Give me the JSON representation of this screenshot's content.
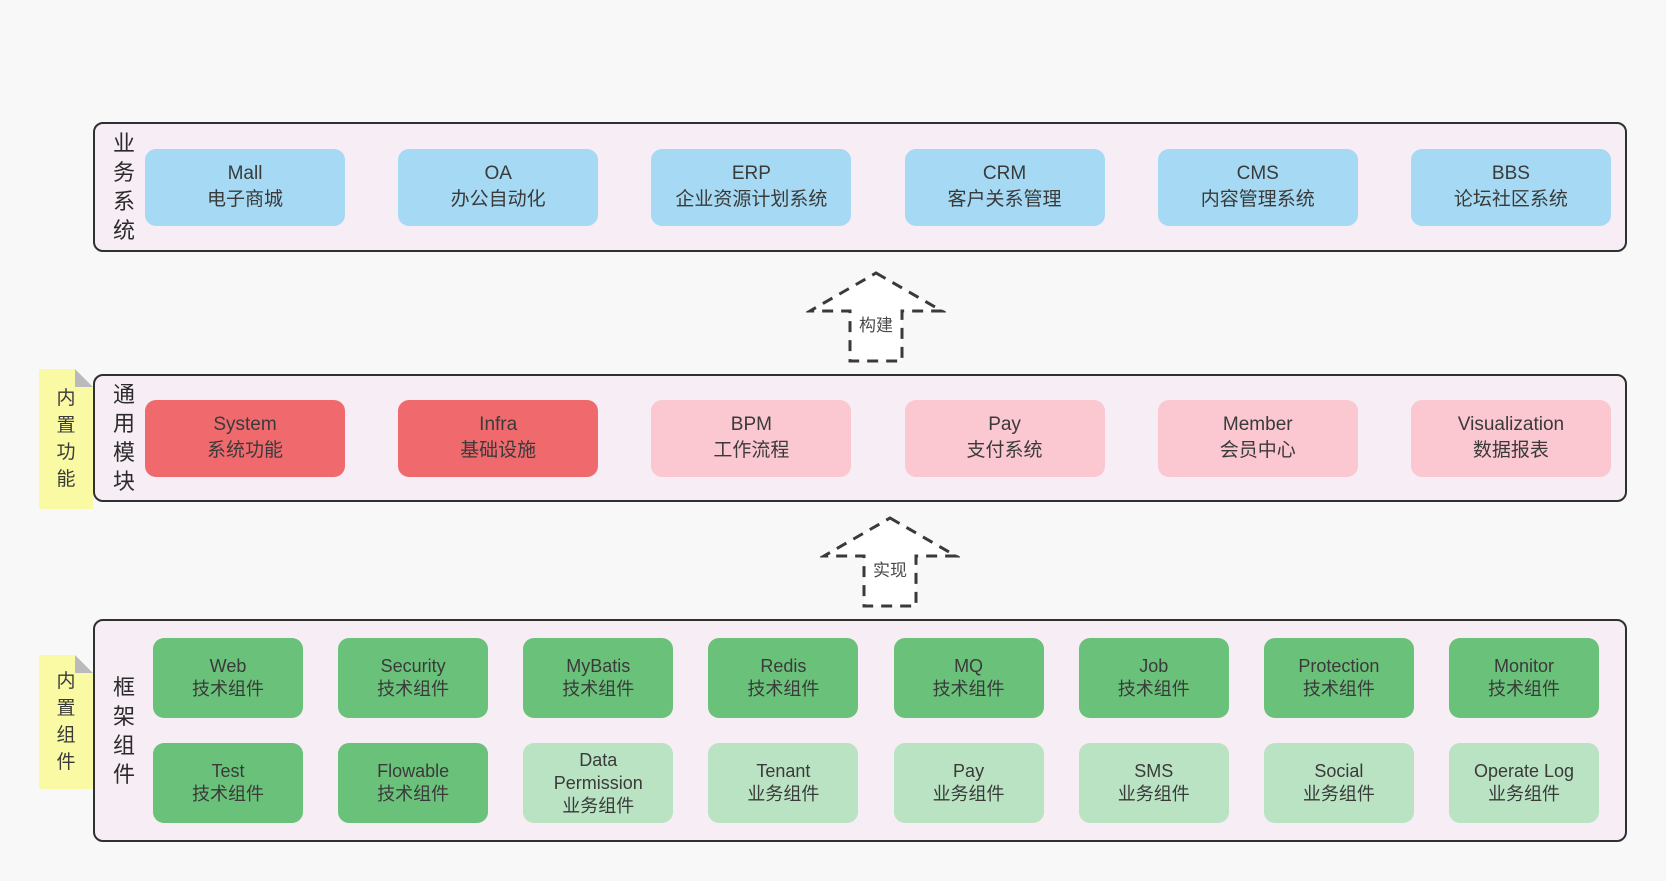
{
  "colors": {
    "bg": "#f8f8f8",
    "panel": "#f7edf5",
    "border": "#303030",
    "blue": "#a6d9f3",
    "red": "#f06a6d",
    "pink": "#fbc8d2",
    "green": "#6ac17a",
    "lightgreen": "#b9e3c3",
    "yellow": "#fafaa4",
    "fold": "#b9babe",
    "text": "#3a3a3a"
  },
  "business": {
    "label": "业务系统",
    "boxes": [
      {
        "name": "Mall",
        "sub": "电子商城",
        "variant": "blue"
      },
      {
        "name": "OA",
        "sub": "办公自动化",
        "variant": "blue"
      },
      {
        "name": "ERP",
        "sub": "企业资源计划系统",
        "variant": "blue"
      },
      {
        "name": "CRM",
        "sub": "客户关系管理",
        "variant": "blue"
      },
      {
        "name": "CMS",
        "sub": "内容管理系统",
        "variant": "blue"
      },
      {
        "name": "BBS",
        "sub": "论坛社区系统",
        "variant": "blue"
      }
    ]
  },
  "arrow_build": {
    "label": "构建"
  },
  "modules": {
    "label": "通用模块",
    "note": "内置功能",
    "boxes": [
      {
        "name": "System",
        "sub": "系统功能",
        "variant": "red"
      },
      {
        "name": "Infra",
        "sub": "基础设施",
        "variant": "red"
      },
      {
        "name": "BPM",
        "sub": "工作流程",
        "variant": "pink"
      },
      {
        "name": "Pay",
        "sub": "支付系统",
        "variant": "pink"
      },
      {
        "name": "Member",
        "sub": "会员中心",
        "variant": "pink"
      },
      {
        "name": "Visualization",
        "sub": "数据报表",
        "variant": "pink"
      }
    ]
  },
  "arrow_implement": {
    "label": "实现"
  },
  "framework": {
    "label": "框架组件",
    "note": "内置组件",
    "row1": [
      {
        "name": "Web",
        "sub": "技术组件",
        "variant": "green"
      },
      {
        "name": "Security",
        "sub": "技术组件",
        "variant": "green"
      },
      {
        "name": "MyBatis",
        "sub": "技术组件",
        "variant": "green"
      },
      {
        "name": "Redis",
        "sub": "技术组件",
        "variant": "green"
      },
      {
        "name": "MQ",
        "sub": "技术组件",
        "variant": "green"
      },
      {
        "name": "Job",
        "sub": "技术组件",
        "variant": "green"
      },
      {
        "name": "Protection",
        "sub": "技术组件",
        "variant": "green"
      },
      {
        "name": "Monitor",
        "sub": "技术组件",
        "variant": "green"
      }
    ],
    "row2": [
      {
        "name": "Test",
        "sub": "技术组件",
        "variant": "green"
      },
      {
        "name": "Flowable",
        "sub": "技术组件",
        "variant": "green"
      },
      {
        "name": "Data\nPermission",
        "sub": "业务组件",
        "variant": "lightgreen"
      },
      {
        "name": "Tenant",
        "sub": "业务组件",
        "variant": "lightgreen"
      },
      {
        "name": "Pay",
        "sub": "业务组件",
        "variant": "lightgreen"
      },
      {
        "name": "SMS",
        "sub": "业务组件",
        "variant": "lightgreen"
      },
      {
        "name": "Social",
        "sub": "业务组件",
        "variant": "lightgreen"
      },
      {
        "name": "Operate Log",
        "sub": "业务组件",
        "variant": "lightgreen"
      }
    ]
  }
}
